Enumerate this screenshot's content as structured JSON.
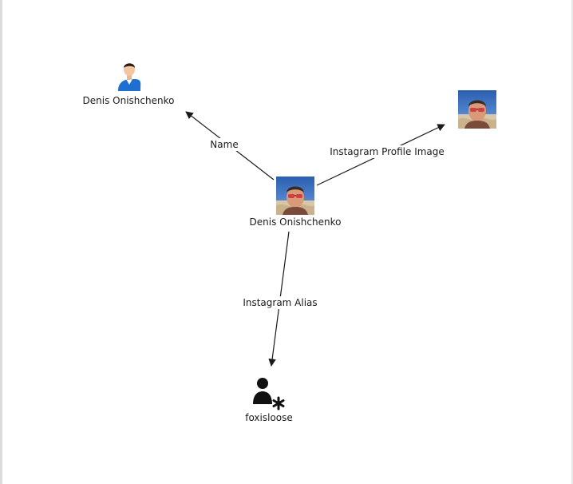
{
  "graph": {
    "nodes": [
      {
        "id": "center",
        "label": "Denis Onishchenko",
        "icon": "profile-photo-icon"
      },
      {
        "id": "name",
        "label": "Denis Onishchenko",
        "icon": "person-avatar-icon"
      },
      {
        "id": "image",
        "label": "",
        "icon": "profile-photo-icon"
      },
      {
        "id": "alias",
        "label": "foxisloose",
        "icon": "user-alias-icon"
      }
    ],
    "edges": [
      {
        "from": "center",
        "to": "name",
        "label": "Name"
      },
      {
        "from": "center",
        "to": "image",
        "label": "Instagram Profile Image"
      },
      {
        "from": "center",
        "to": "alias",
        "label": "Instagram Alias"
      }
    ]
  },
  "colors": {
    "edge": "#1a1a1a",
    "avatar_shirt": "#1e6fd0",
    "avatar_skin": "#f2c6a0",
    "avatar_hair": "#2a1a10",
    "alias_icon": "#111111"
  }
}
